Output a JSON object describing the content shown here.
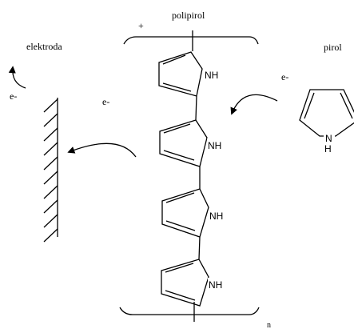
{
  "labels": {
    "polymer": "polipirol",
    "electrode": "elektroda",
    "monomer": "pirol",
    "charge": "+",
    "repeat": "n",
    "electron_left": "e-",
    "electron_middle": "e-",
    "electron_right": "e-",
    "nh": "NH",
    "n_atom": "N",
    "h_atom": "H"
  }
}
